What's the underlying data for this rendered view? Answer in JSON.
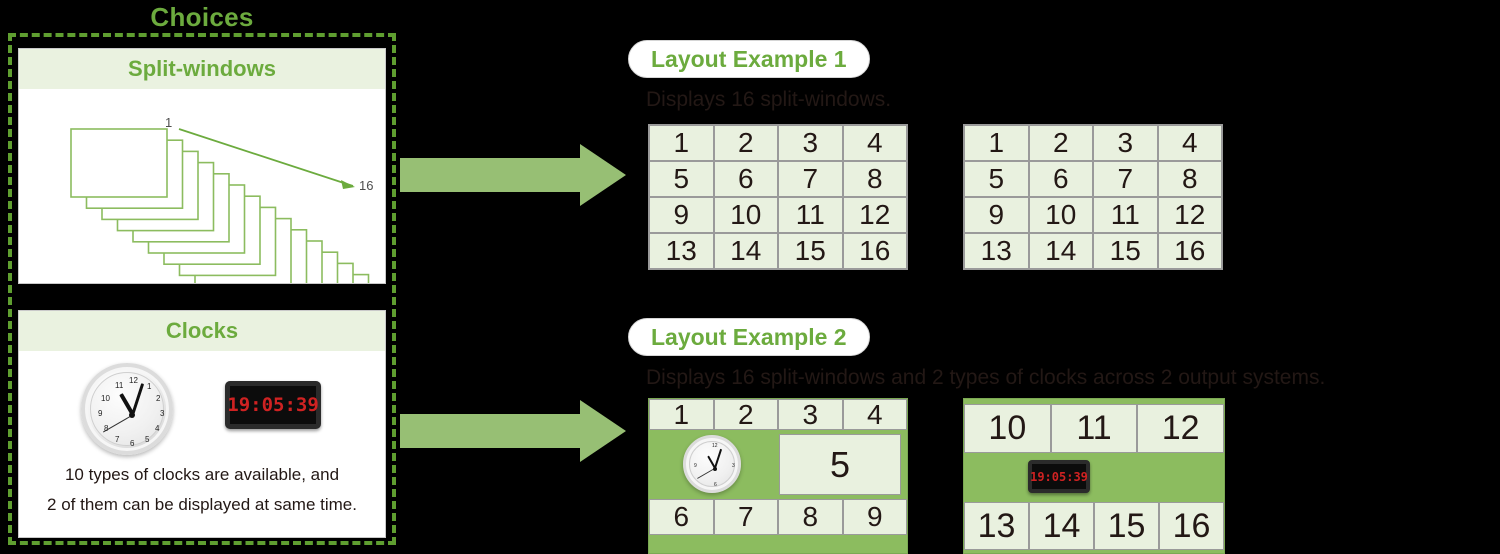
{
  "choices": {
    "title": "Choices",
    "split_card": {
      "title": "Split-windows",
      "first_label": "1",
      "last_label": "16",
      "window_count": 16
    },
    "clocks_card": {
      "title": "Clocks",
      "analog": {
        "icon": "analog-clock-icon",
        "time": "11:03:40"
      },
      "digital": {
        "icon": "digital-clock-icon",
        "time": "19:05:39"
      },
      "note_line1": "10 types of clocks are available, and",
      "note_line2": "2 of them can be displayed at same time."
    }
  },
  "arrows": [
    {
      "name": "arrow-to-example-1"
    },
    {
      "name": "arrow-to-example-2"
    }
  ],
  "examples": [
    {
      "badge": "Layout Example 1",
      "caption": "Displays 16 split-windows.",
      "grids": [
        {
          "name": "output-system-1",
          "rows": [
            [
              "1",
              "2",
              "3",
              "4"
            ],
            [
              "5",
              "6",
              "7",
              "8"
            ],
            [
              "9",
              "10",
              "11",
              "12"
            ],
            [
              "13",
              "14",
              "15",
              "16"
            ]
          ]
        },
        {
          "name": "output-system-2",
          "rows": [
            [
              "1",
              "2",
              "3",
              "4"
            ],
            [
              "5",
              "6",
              "7",
              "8"
            ],
            [
              "9",
              "10",
              "11",
              "12"
            ],
            [
              "13",
              "14",
              "15",
              "16"
            ]
          ]
        }
      ]
    },
    {
      "badge": "Layout Example 2",
      "caption": "Displays 16 split-windows and 2 types of clocks across 2 output systems.",
      "grids": [
        {
          "name": "output-system-1",
          "row_top": [
            "1",
            "2",
            "3",
            "4"
          ],
          "band_clock": "analog-clock-icon",
          "band_window": "5",
          "row_bottom": [
            "6",
            "7",
            "8",
            "9"
          ]
        },
        {
          "name": "output-system-2",
          "row_top": [
            "10",
            "11",
            "12"
          ],
          "band_clock": "digital-clock-icon",
          "band_clock_time": "19:05:39",
          "row_bottom": [
            "13",
            "14",
            "15",
            "16"
          ]
        }
      ]
    }
  ],
  "colors": {
    "brand_green": "#6cab3e",
    "arrow_green": "#97bf74",
    "band_green": "#8cbc5f",
    "cell_fill": "#e9f1df",
    "header_fill": "#eaf2e0",
    "text_dark": "#231815",
    "digital_red": "#cf2222"
  }
}
